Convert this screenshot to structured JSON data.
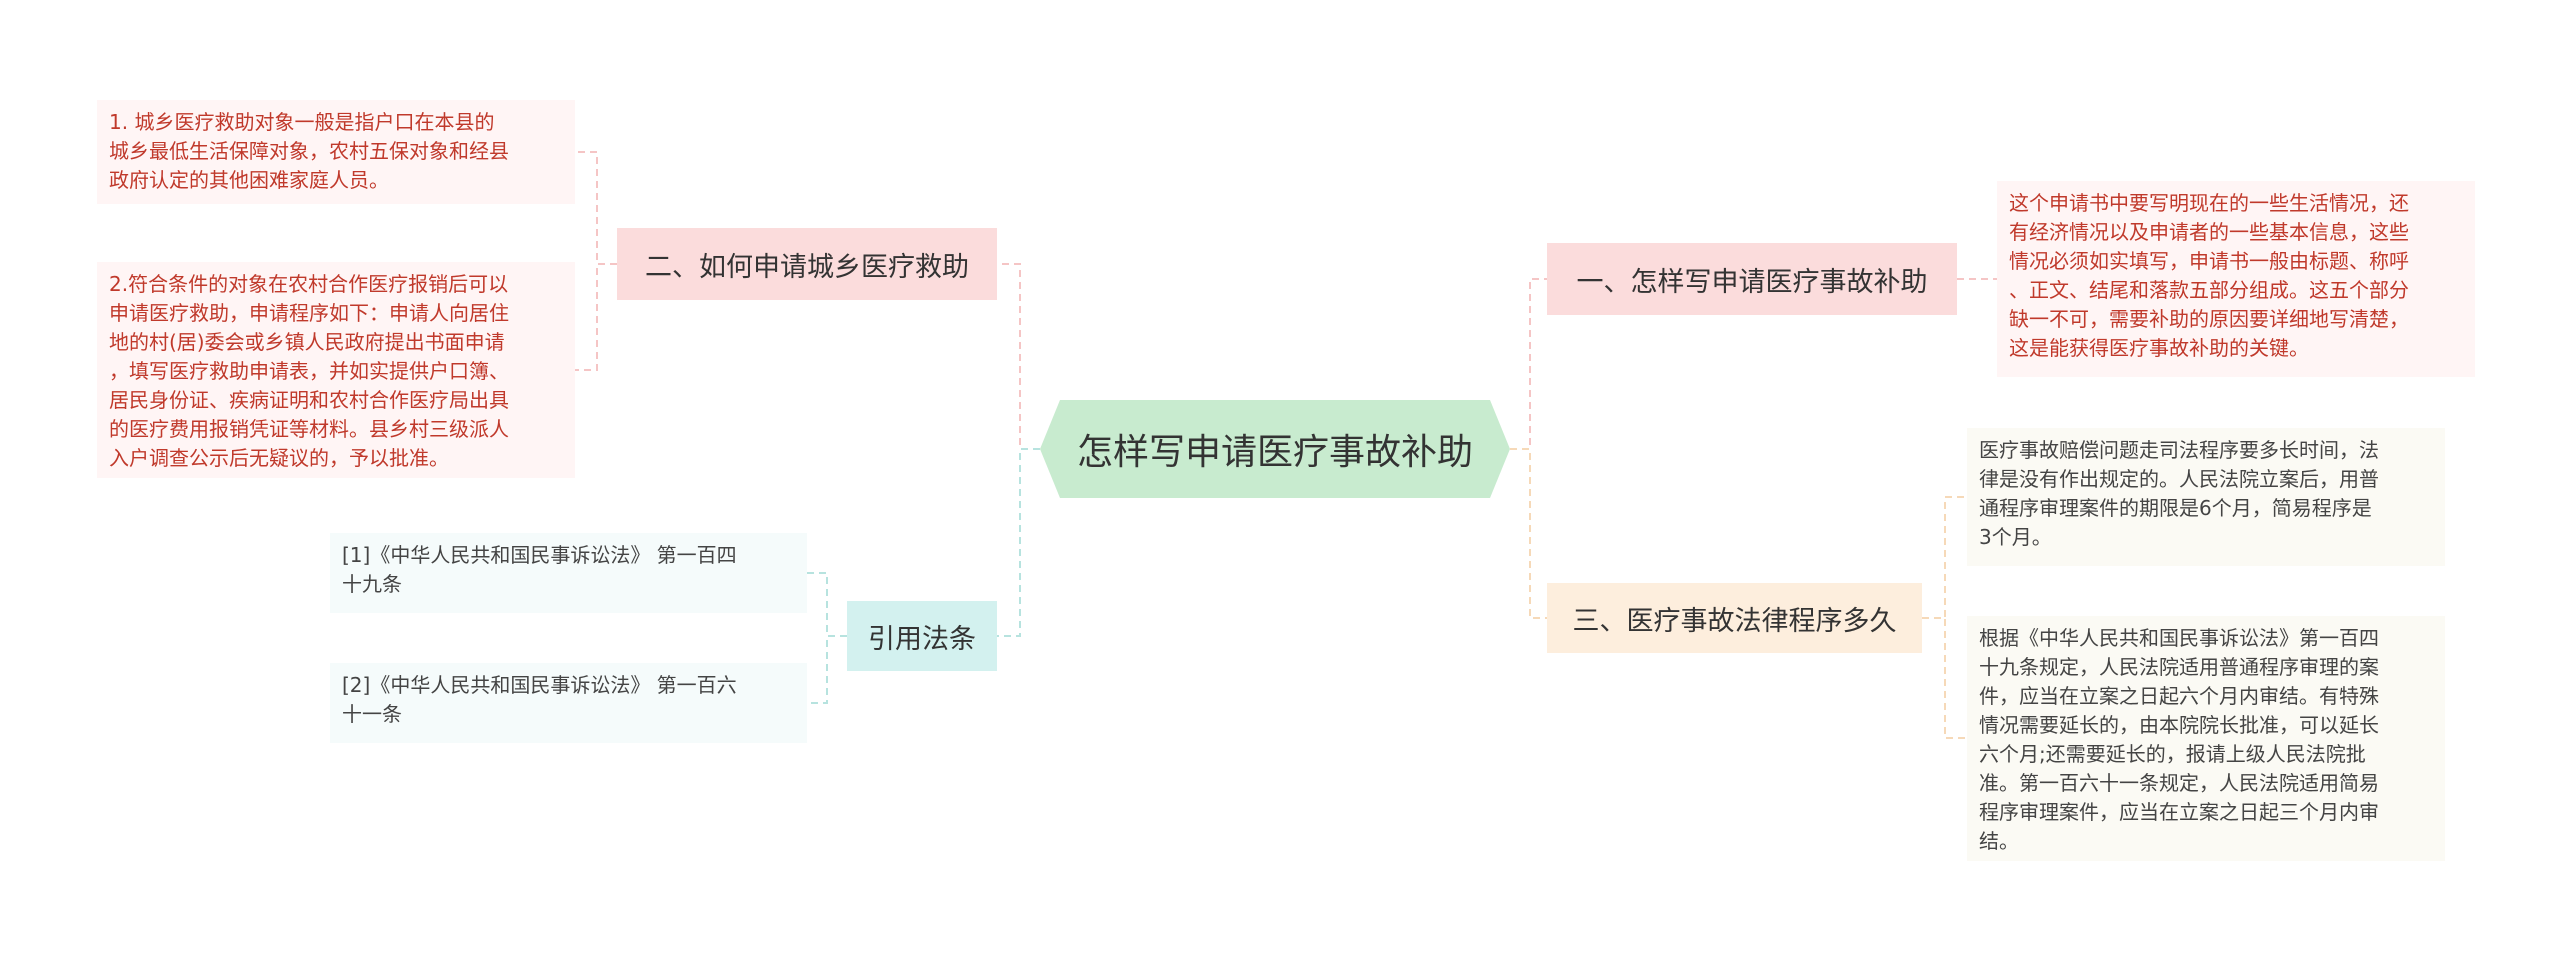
{
  "mindmap": {
    "center": "怎样写申请医疗事故补助",
    "branches": [
      {
        "label": "二、如何申请城乡医疗救助",
        "color": "#fbdcdc",
        "leaves": [
          "1. 城乡医疗救助对象一般是指户口在本县的\n城乡最低生活保障对象，农村五保对象和经县\n政府认定的其他困难家庭人员。",
          "2.符合条件的对象在农村合作医疗报销后可以\n申请医疗救助，申请程序如下：申请人向居住\n地的村(居)委会或乡镇人民政府提出书面申请\n，填写医疗救助申请表，并如实提供户口簿、\n居民身份证、疾病证明和农村合作医疗局出具\n的医疗费用报销凭证等材料。县乡村三级派人\n入户调查公示后无疑议的，予以批准。"
        ]
      },
      {
        "label": "引用法条",
        "color": "#d3f1ef",
        "leaves": [
          "[1]《中华人民共和国民事诉讼法》 第一百四\n十九条",
          "[2]《中华人民共和国民事诉讼法》 第一百六\n十一条"
        ]
      },
      {
        "label": "一、怎样写申请医疗事故补助",
        "color": "#fbdcdc",
        "leaves": [
          "这个申请书中要写明现在的一些生活情况，还\n有经济情况以及申请者的一些基本信息，这些\n情况必须如实填写，申请书一般由标题、称呼\n、正文、结尾和落款五部分组成。这五个部分\n缺一不可，需要补助的原因要详细地写清楚，\n这是能获得医疗事故补助的关键。"
        ]
      },
      {
        "label": "三、医疗事故法律程序多久",
        "color": "#fdeedd",
        "leaves": [
          "医疗事故赔偿问题走司法程序要多长时间，法\n律是没有作出规定的。人民法院立案后，用普\n通程序审理案件的期限是6个月，简易程序是\n3个月。",
          "根据《中华人民共和国民事诉讼法》第一百四\n十九条规定，人民法院适用普通程序审理的案\n件，应当在立案之日起六个月内审结。有特殊\n情况需要延长的，由本院院长批准，可以延长\n六个月;还需要延长的，报请上级人民法院批\n准。第一百六十一条规定，人民法院适用简易\n程序审理案件，应当在立案之日起三个月内审\n结。"
        ]
      }
    ]
  }
}
